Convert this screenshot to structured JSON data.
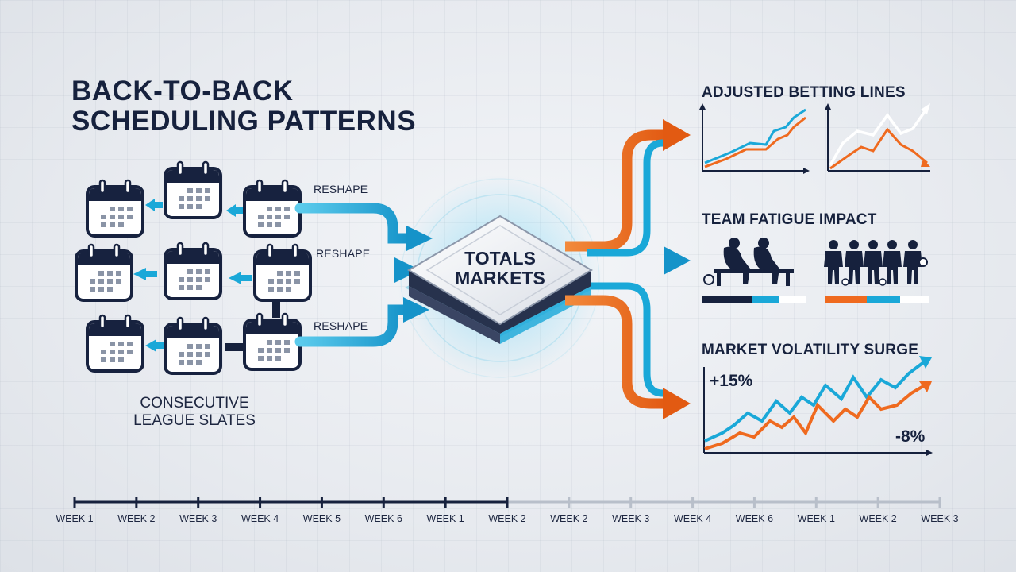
{
  "title": {
    "line1": "BACK-TO-BACK",
    "line2": "SCHEDULING PATTERNS"
  },
  "slates_caption": {
    "line1": "CONSECUTIVE",
    "line2": "LEAGUE SLATES"
  },
  "flow_labels": [
    "RESHAPE",
    "RESHAPE",
    "RESHAPE"
  ],
  "hub": {
    "line1": "TOTALS",
    "line2": "MARKETS"
  },
  "panels": {
    "betting": {
      "title": "ADJUSTED BETTING LINES"
    },
    "fatigue": {
      "title": "TEAM FATIGUE IMPACT"
    },
    "volatility": {
      "title": "MARKET VOLATILITY SURGE",
      "up_label": "+15%",
      "down_label": "-8%"
    }
  },
  "timeline": {
    "weeks": [
      "WEEK 1",
      "WEEK 2",
      "WEEK 3",
      "WEEK 4",
      "WEEK 5",
      "WEEK 6",
      "WEEK 1",
      "WEEK 2",
      "WEEK 2",
      "WEEK 3",
      "WEEK 4",
      "WEEK 6",
      "WEEK 1",
      "WEEK 2",
      "WEEK 3"
    ],
    "active_count": 8
  },
  "colors": {
    "navy": "#16213d",
    "blue": "#1aa8d8",
    "orange": "#ef6a1f",
    "light_gray": "#b8bfca"
  },
  "icons": [
    "calendar-icon",
    "person-seated-icon",
    "person-standing-icon",
    "soccer-ball-icon"
  ]
}
